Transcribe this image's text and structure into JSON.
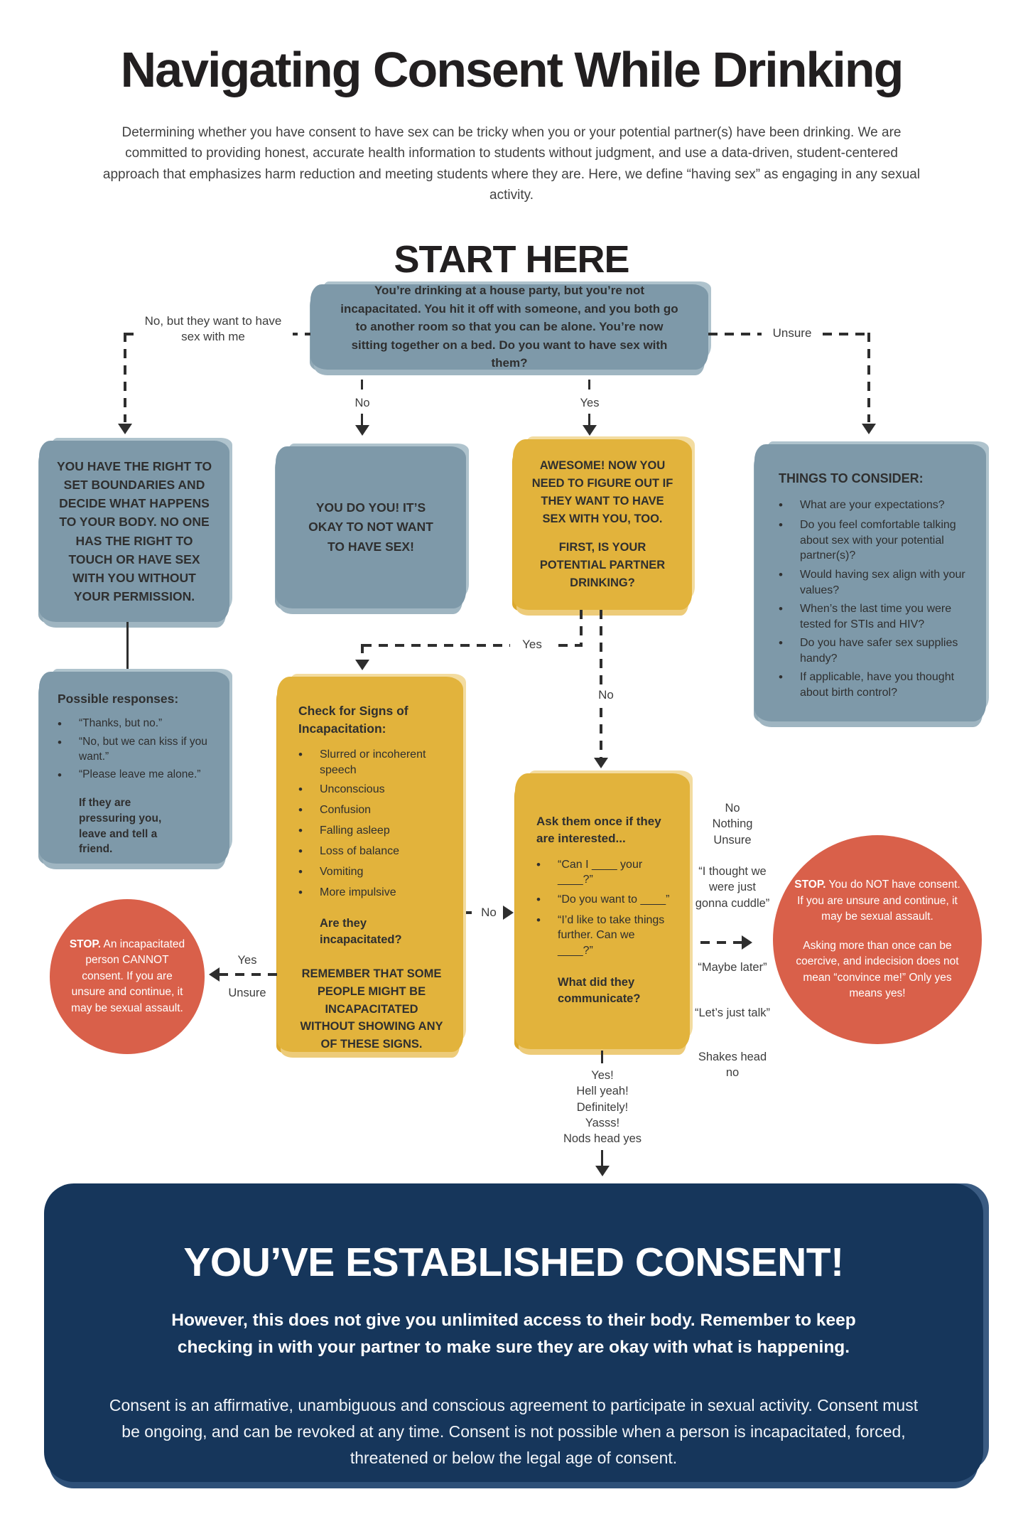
{
  "page": {
    "title": "Navigating Consent While Drinking",
    "intro": "Determining whether you have consent to have sex can be tricky when you or your potential partner(s) have been drinking. We are committed to providing honest, accurate health information to students without judgment, and use a data-driven, student-centered approach that emphasizes harm reduction and meeting students where they are. Here, we define “having sex” as engaging in any sexual activity.",
    "start_here": "START HERE"
  },
  "colors": {
    "blue": "#7E99A9",
    "yellow": "#E2B33C",
    "red": "#D9604A",
    "navy": "#16365B",
    "ink": "#2e2e2e"
  },
  "start_box": {
    "text": "You’re drinking at a house party, but you’re not incapacitated. You hit it off with someone, and you both go to another room so that you can be alone. You’re now sitting together on a bed. Do you want to have sex with them?"
  },
  "edges": {
    "start_no_but": "No, but they want to have sex with me",
    "start_unsure": "Unsure",
    "start_no": "No",
    "start_yes": "Yes",
    "partner_yes": "Yes",
    "partner_no": "No",
    "incap_no": "No",
    "incap_yes": "Yes",
    "incap_unsure": "Unsure"
  },
  "rights_box": {
    "text": "YOU HAVE THE RIGHT TO SET BOUNDARIES AND DECIDE WHAT HAPPENS TO YOUR BODY. NO ONE HAS THE RIGHT TO TOUCH OR HAVE SEX WITH YOU WITHOUT YOUR PERMISSION."
  },
  "you_do_you_box": {
    "text": "YOU DO YOU! IT’S OKAY TO NOT WANT TO HAVE SEX!"
  },
  "awesome_box": {
    "p1": "AWESOME! NOW YOU NEED TO FIGURE OUT IF THEY WANT TO HAVE SEX WITH YOU, TOO.",
    "p2": "FIRST, IS YOUR POTENTIAL PARTNER DRINKING?"
  },
  "consider_box": {
    "title": "THINGS TO CONSIDER:",
    "items": [
      "What are your expectations?",
      "Do you feel comfortable talking about sex with your potential partner(s)?",
      "Would having sex align with your values?",
      "When’s the last time you were tested for STIs and HIV?",
      "Do you have safer sex supplies handy?",
      "If applicable, have you thought about birth control?"
    ]
  },
  "responses_box": {
    "title": "Possible responses:",
    "items": [
      "“Thanks, but no.”",
      "“No, but we can kiss if you want.”",
      "“Please leave me alone.”"
    ],
    "note": "If they are pressuring you, leave and tell a friend."
  },
  "signs_box": {
    "title": "Check for Signs of Incapacitation:",
    "items": [
      "Slurred or incoherent speech",
      "Unconscious",
      "Confusion",
      "Falling asleep",
      "Loss of balance",
      "Vomiting",
      "More impulsive"
    ],
    "question": "Are they incapacitated?",
    "reminder": "REMEMBER THAT SOME PEOPLE MIGHT BE INCAPACITATED WITHOUT SHOWING ANY OF THESE SIGNS."
  },
  "ask_box": {
    "title": "Ask them once if they are interested...",
    "items": [
      "“Can I ____ your ____?”",
      "“Do you want to ____”",
      "“I’d like to take things further. Can we ____?”"
    ],
    "question": "What did they communicate?"
  },
  "stop_left": {
    "lead": "STOP.",
    "rest": " An incapacitated person CANNOT consent. If you are unsure and continue, it may be sexual assault."
  },
  "stop_right": {
    "lead": "STOP.",
    "rest": " You do NOT have consent. If you are unsure and continue, it may be sexual assault.",
    "p2": "Asking more than once can be coercive, and indecision does not mean “convince me!” Only yes means yes!"
  },
  "communicated": {
    "negative": [
      "No",
      "Nothing",
      "Unsure"
    ],
    "quote_cuddle": "“I thought we were just gonna cuddle”",
    "quote_maybe": "“Maybe later”",
    "quote_talk": "“Let’s just talk”",
    "shakes": "Shakes head no",
    "positive": [
      "Yes!",
      "Hell yeah!",
      "Definitely!",
      "Yasss!",
      "Nods head yes"
    ]
  },
  "footer": {
    "title": "YOU’VE ESTABLISHED CONSENT!",
    "bold": "However, this does not give you unlimited access to their body. Remember to keep checking in with your partner to make sure they are okay with what is happening.",
    "body": "Consent is an affirmative, unambiguous and conscious agreement to participate in sexual activity. Consent must be ongoing, and can be revoked at any time. Consent is not possible when a person is incapacitated, forced, threatened or below the legal age of consent."
  }
}
